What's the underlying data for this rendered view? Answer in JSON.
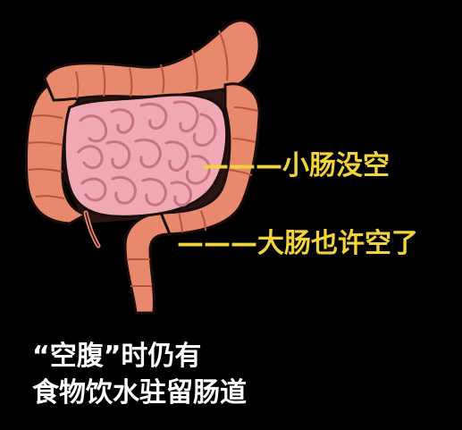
{
  "labels": {
    "small_intestine": "———小肠没空",
    "large_intestine": "———大肠也许空了"
  },
  "caption": {
    "line1": "“空腹”时仍有",
    "line2": "食物饮水驻留肠道"
  },
  "colors": {
    "background": "#000000",
    "label_text": "#F2D43A",
    "caption_text": "#FFFFFF",
    "large_intestine": "#E8896E",
    "large_intestine_shadow": "#B9553F",
    "small_intestine": "#F0A8B4",
    "small_intestine_shadow": "#C77385",
    "outline": "#1A0E0C"
  }
}
